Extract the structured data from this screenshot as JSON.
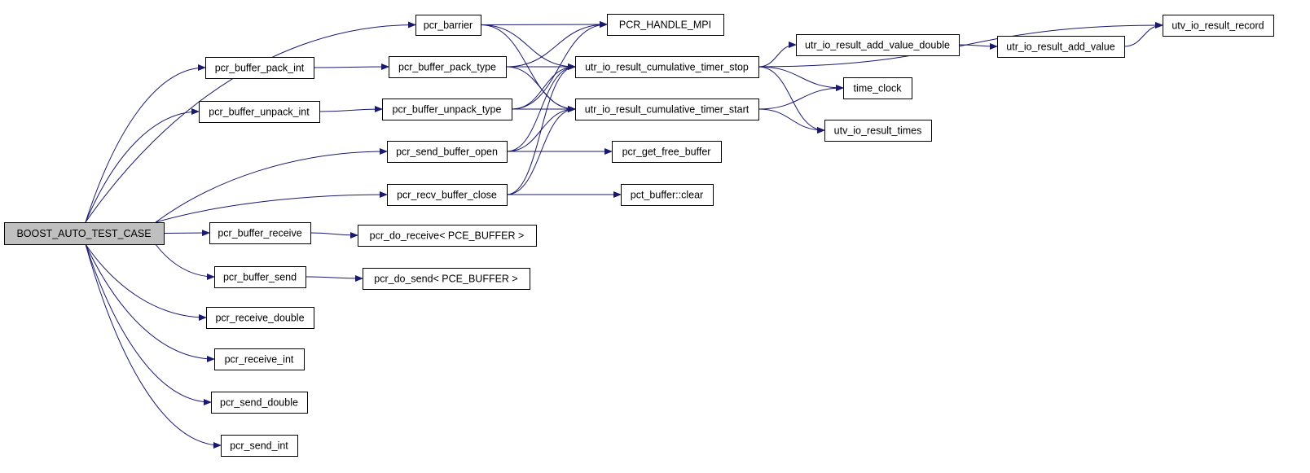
{
  "colors": {
    "edge": "#191970",
    "root_fill": "#bfbfbf",
    "node_fill": "#ffffff"
  },
  "graph": {
    "root": "BOOST_AUTO_TEST_CASE",
    "nodes": [
      {
        "id": "boost",
        "label": "BOOST_AUTO_TEST_CASE"
      },
      {
        "id": "barrier",
        "label": "pcr_barrier"
      },
      {
        "id": "pack_int",
        "label": "pcr_buffer_pack_int"
      },
      {
        "id": "unpack_int",
        "label": "pcr_buffer_unpack_int"
      },
      {
        "id": "send_open",
        "label": "pcr_send_buffer_open"
      },
      {
        "id": "recv_close",
        "label": "pcr_recv_buffer_close"
      },
      {
        "id": "buf_receive",
        "label": "pcr_buffer_receive"
      },
      {
        "id": "buf_send",
        "label": "pcr_buffer_send"
      },
      {
        "id": "recv_double",
        "label": "pcr_receive_double"
      },
      {
        "id": "recv_int",
        "label": "pcr_receive_int"
      },
      {
        "id": "send_double",
        "label": "pcr_send_double"
      },
      {
        "id": "send_int",
        "label": "pcr_send_int"
      },
      {
        "id": "pack_type",
        "label": "pcr_buffer_pack_type"
      },
      {
        "id": "unpack_type",
        "label": "pcr_buffer_unpack_type"
      },
      {
        "id": "do_receive",
        "label": "pcr_do_receive< PCE_BUFFER >"
      },
      {
        "id": "do_send",
        "label": "pcr_do_send< PCE_BUFFER >"
      },
      {
        "id": "handle_mpi",
        "label": "PCR_HANDLE_MPI"
      },
      {
        "id": "timer_stop",
        "label": "utr_io_result_cumulative_timer_stop"
      },
      {
        "id": "timer_start",
        "label": "utr_io_result_cumulative_timer_start"
      },
      {
        "id": "free_buffer",
        "label": "pcr_get_free_buffer"
      },
      {
        "id": "clear",
        "label": "pct_buffer::clear"
      },
      {
        "id": "add_double",
        "label": "utr_io_result_add_value_double"
      },
      {
        "id": "add_value",
        "label": "utr_io_result_add_value"
      },
      {
        "id": "record",
        "label": "utv_io_result_record"
      },
      {
        "id": "time_clock",
        "label": "time_clock"
      },
      {
        "id": "times",
        "label": "utv_io_result_times"
      }
    ],
    "edges": [
      {
        "from": "boost",
        "to": "barrier"
      },
      {
        "from": "boost",
        "to": "pack_int"
      },
      {
        "from": "boost",
        "to": "unpack_int"
      },
      {
        "from": "boost",
        "to": "send_open"
      },
      {
        "from": "boost",
        "to": "recv_close"
      },
      {
        "from": "boost",
        "to": "buf_receive"
      },
      {
        "from": "boost",
        "to": "buf_send"
      },
      {
        "from": "boost",
        "to": "recv_double"
      },
      {
        "from": "boost",
        "to": "recv_int"
      },
      {
        "from": "boost",
        "to": "send_double"
      },
      {
        "from": "boost",
        "to": "send_int"
      },
      {
        "from": "barrier",
        "to": "handle_mpi"
      },
      {
        "from": "barrier",
        "to": "timer_stop"
      },
      {
        "from": "barrier",
        "to": "timer_start"
      },
      {
        "from": "pack_int",
        "to": "pack_type"
      },
      {
        "from": "unpack_int",
        "to": "unpack_type"
      },
      {
        "from": "pack_type",
        "to": "handle_mpi"
      },
      {
        "from": "pack_type",
        "to": "timer_stop"
      },
      {
        "from": "pack_type",
        "to": "timer_start"
      },
      {
        "from": "unpack_type",
        "to": "handle_mpi"
      },
      {
        "from": "unpack_type",
        "to": "timer_stop"
      },
      {
        "from": "unpack_type",
        "to": "timer_start"
      },
      {
        "from": "send_open",
        "to": "timer_stop"
      },
      {
        "from": "send_open",
        "to": "timer_start"
      },
      {
        "from": "send_open",
        "to": "free_buffer"
      },
      {
        "from": "recv_close",
        "to": "timer_stop"
      },
      {
        "from": "recv_close",
        "to": "timer_start"
      },
      {
        "from": "recv_close",
        "to": "clear"
      },
      {
        "from": "buf_receive",
        "to": "do_receive"
      },
      {
        "from": "buf_send",
        "to": "do_send"
      },
      {
        "from": "timer_stop",
        "to": "record"
      },
      {
        "from": "timer_stop",
        "to": "add_double"
      },
      {
        "from": "timer_stop",
        "to": "time_clock"
      },
      {
        "from": "timer_stop",
        "to": "times"
      },
      {
        "from": "timer_start",
        "to": "time_clock"
      },
      {
        "from": "timer_start",
        "to": "times"
      },
      {
        "from": "add_double",
        "to": "add_value"
      },
      {
        "from": "add_value",
        "to": "record"
      }
    ]
  }
}
